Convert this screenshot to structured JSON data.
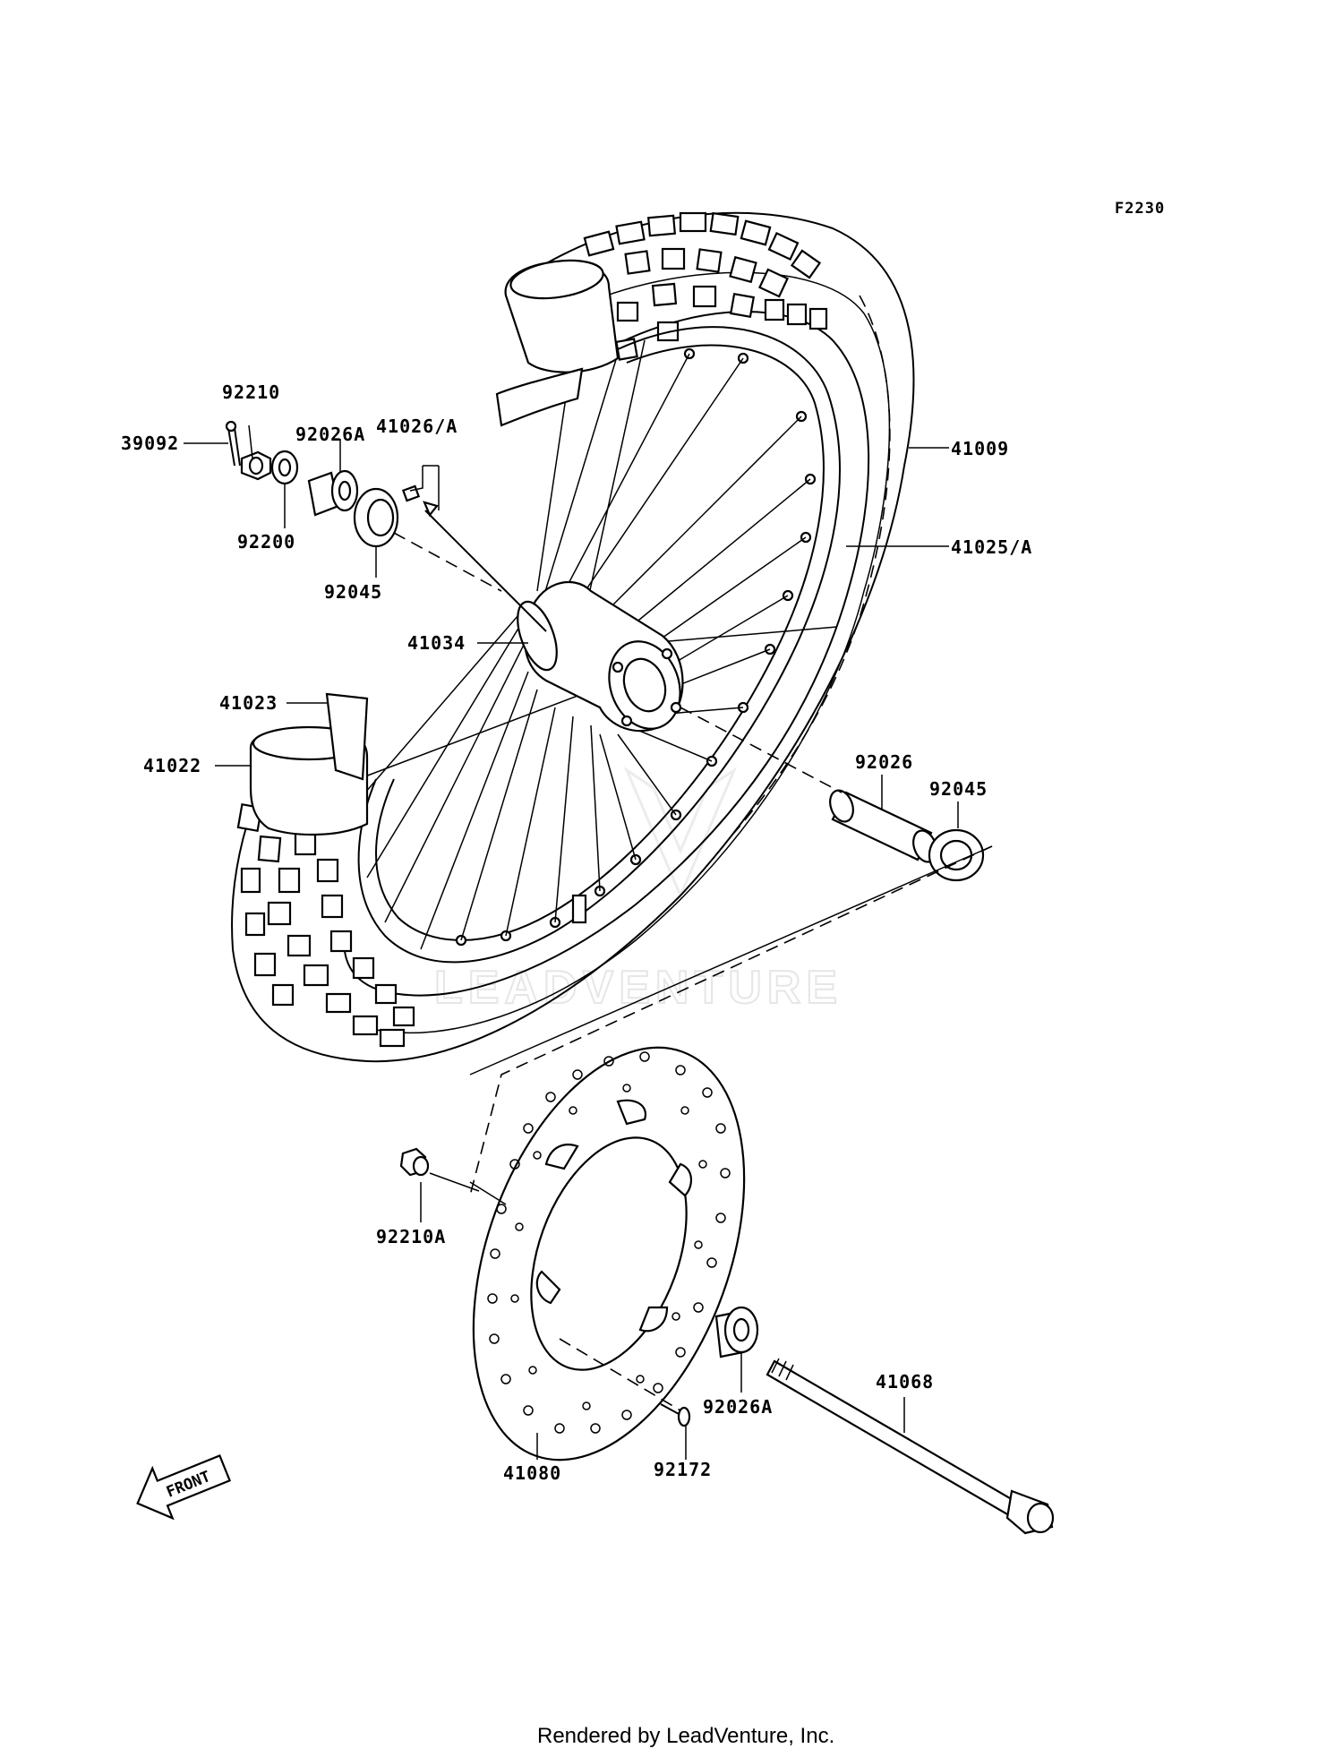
{
  "diagram": {
    "code": "F2230",
    "watermark": "LEADVENTURE",
    "front_marker": "FRONT",
    "footer": "Rendered by LeadVenture, Inc.",
    "parts": [
      {
        "id": "92210"
      },
      {
        "id": "39092"
      },
      {
        "id": "92026A"
      },
      {
        "id": "41026/A"
      },
      {
        "id": "92200"
      },
      {
        "id": "92045"
      },
      {
        "id": "41009"
      },
      {
        "id": "41025/A"
      },
      {
        "id": "41034"
      },
      {
        "id": "41023"
      },
      {
        "id": "41022"
      },
      {
        "id": "92026"
      },
      {
        "id": "92045"
      },
      {
        "id": "92210A"
      },
      {
        "id": "41068"
      },
      {
        "id": "92026A"
      },
      {
        "id": "41080"
      },
      {
        "id": "92172"
      }
    ]
  }
}
